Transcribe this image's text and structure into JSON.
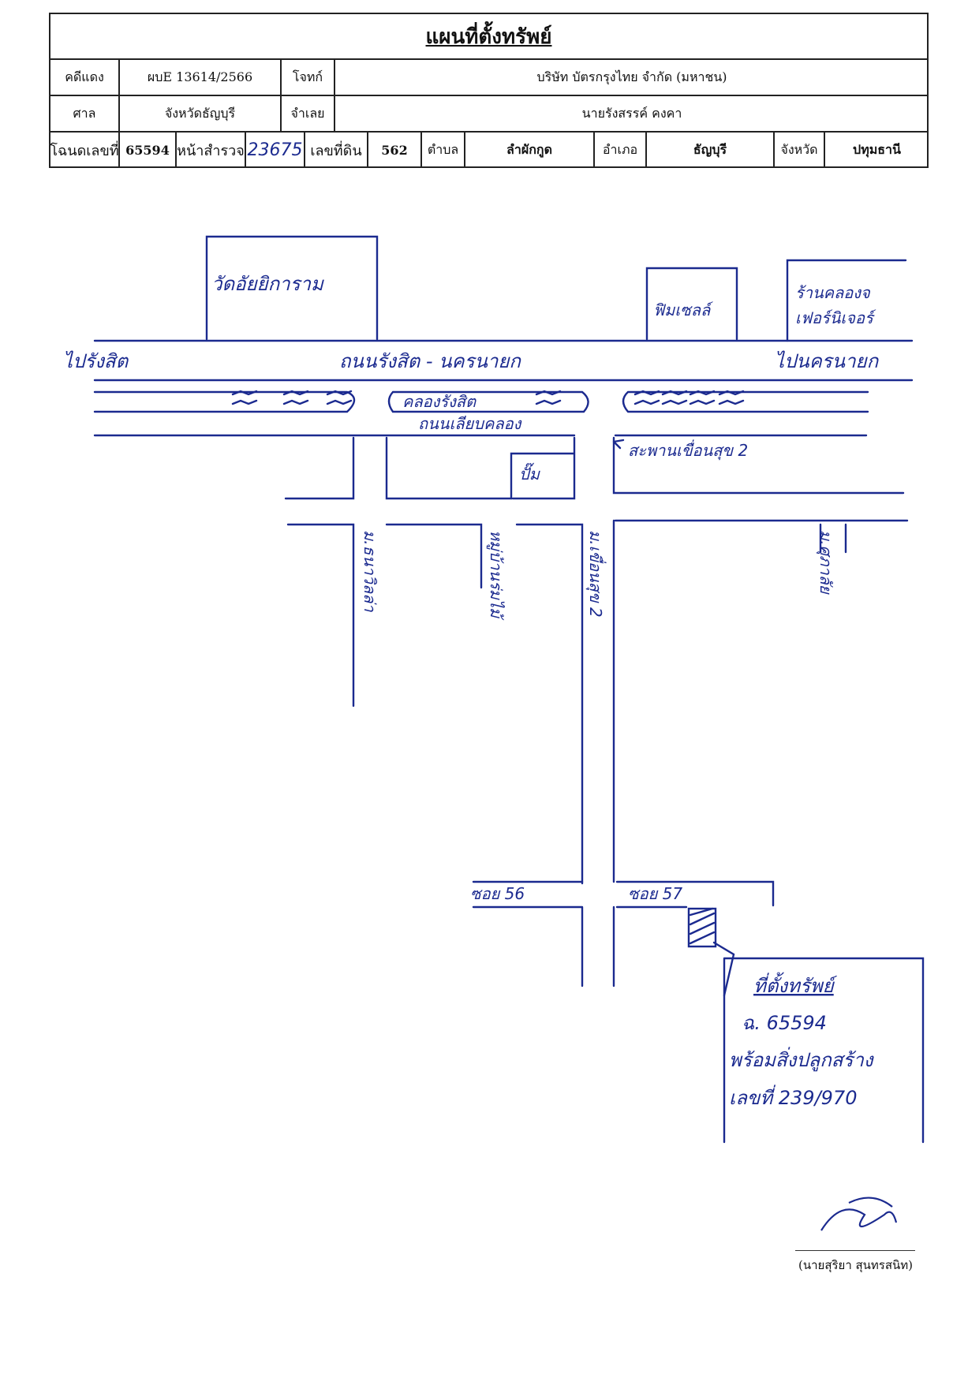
{
  "header": {
    "title": "แผนที่ตั้งทรัพย์",
    "case_label": "คดีแดง",
    "case_value": "ผบE 13614/2566",
    "plaintiff_label": "โจทก์",
    "plaintiff_value": "บริษัท บัตรกรุงไทย จำกัด (มหาชน)",
    "court_label": "ศาล",
    "court_value": "จังหวัดธัญบุรี",
    "defendant_label": "จำเลย",
    "defendant_value": "นายรังสรรค์ คงคา",
    "deed_label": "โฉนดเลขที่",
    "deed_value": "65594",
    "survey_label": "หน้าสำรวจ",
    "survey_value": "23675",
    "land_label": "เลขที่ดิน",
    "land_value": "562",
    "subdistrict_label": "ตำบล",
    "subdistrict_value": "ลำผักกูด",
    "district_label": "อำเภอ",
    "district_value": "ธัญบุรี",
    "province_label": "จังหวัด",
    "province_value": "ปทุมธานี"
  },
  "map": {
    "top_left_building": "วัดอัยยิการาม",
    "building_mid": "ฟิมเซลล์",
    "building_right_1": "ร้านคลองจ",
    "building_right_2": "เฟอร์นิเจอร์",
    "dir_left": "ไปรังสิต",
    "road_main": "ถนนรังสิต - นครนายก",
    "dir_right": "ไปนครนายก",
    "canal_label": "คลองรังสิต",
    "road_canal": "ถนนเลียบคลอง",
    "bridge": "สะพานเขื่อนสุข 2",
    "small_box": "ปั๊ม",
    "soi_a": "ม.ธนาวิลล่า",
    "soi_b": "หมู่บ้านร่มไม้",
    "soi_c": "ม.เขื่อนสุข 2",
    "soi_d": "ม.ศุภาลัย",
    "soi_left_low": "ซอย 56",
    "soi_right_low": "ซอย 57",
    "prop_title": "ที่ตั้งทรัพย์",
    "prop_line1": "ฉ. 65594",
    "prop_line2": "พร้อมสิ่งปลูกสร้าง",
    "prop_line3": "เลขที่ 239/970"
  },
  "signature": {
    "name": "(นายสุริยา สุนทรสนิท)"
  },
  "colors": {
    "ink": "#1b2a8f",
    "print": "#111111"
  }
}
